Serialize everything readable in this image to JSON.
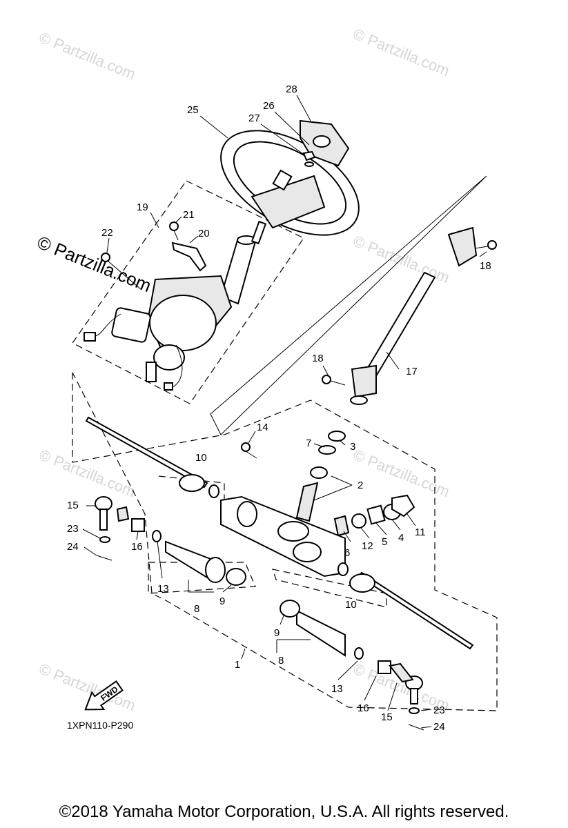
{
  "watermarks": {
    "small": "© Partzilla.com",
    "large": "© Partzilla.com"
  },
  "callouts": {
    "c1": "1",
    "c2": "2",
    "c3": "3",
    "c4": "4",
    "c5": "5",
    "c6": "6",
    "c7": "7",
    "c8a": "8",
    "c8b": "8",
    "c9a": "9",
    "c9b": "9",
    "c10a": "10",
    "c10b": "10",
    "c11": "11",
    "c12": "12",
    "c13a": "13",
    "c13b": "13",
    "c14": "14",
    "c15a": "15",
    "c15b": "15",
    "c16a": "16",
    "c16b": "16",
    "c17": "17",
    "c18a": "18",
    "c18b": "18",
    "c19": "19",
    "c20": "20",
    "c21": "21",
    "c22": "22",
    "c23a": "23",
    "c23b": "23",
    "c24a": "24",
    "c24b": "24",
    "c25": "25",
    "c26": "26",
    "c27": "27",
    "c28": "28"
  },
  "fwd_label": "FWD",
  "diagram_code": "1XPN110-P290",
  "copyright": "©2018  Yamaha Motor Corporation, U.S.A. All rights reserved."
}
